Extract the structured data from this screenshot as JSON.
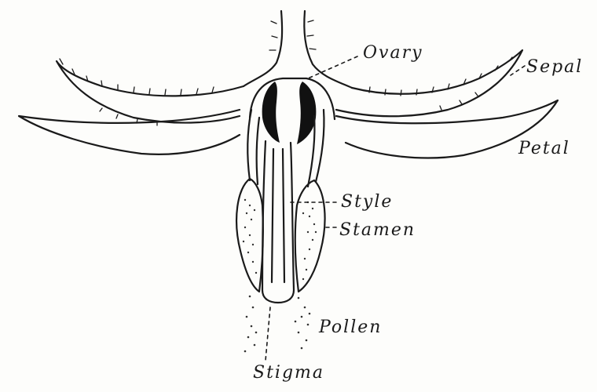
{
  "labels": {
    "ovary": "Ovary",
    "sepal": "Sepal",
    "petal": "Petal",
    "style": "Style",
    "stamen": "Stamen",
    "pollen": "Pollen",
    "stigma": "Stigma"
  }
}
